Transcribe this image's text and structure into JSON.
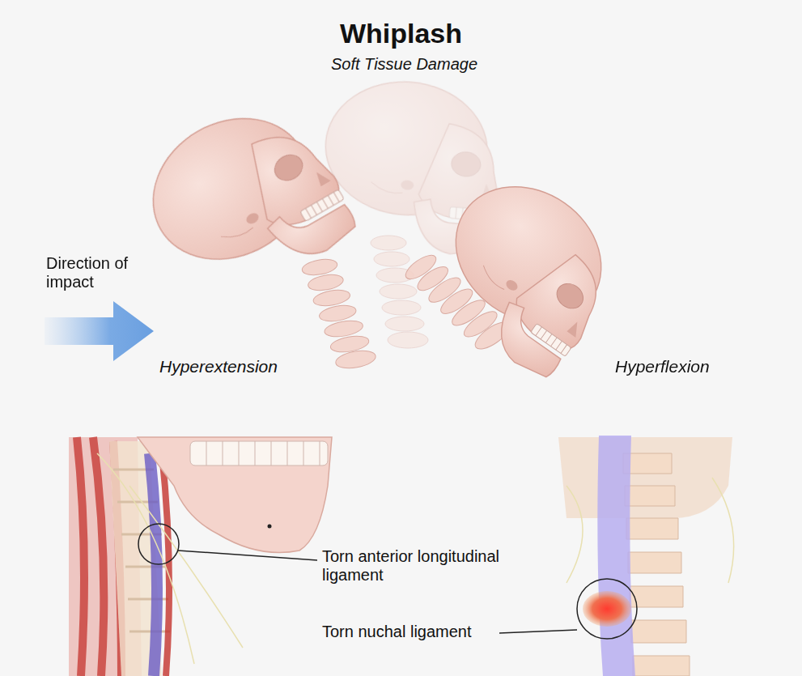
{
  "diagram": {
    "title": "Whiplash",
    "labels": [
      "Soft Tissue Damage",
      "Direction of impact",
      "Hyperextension",
      "Hyperflexion",
      "Torn anterior longitudinal ligament",
      "Torn nuchal ligament"
    ]
  }
}
